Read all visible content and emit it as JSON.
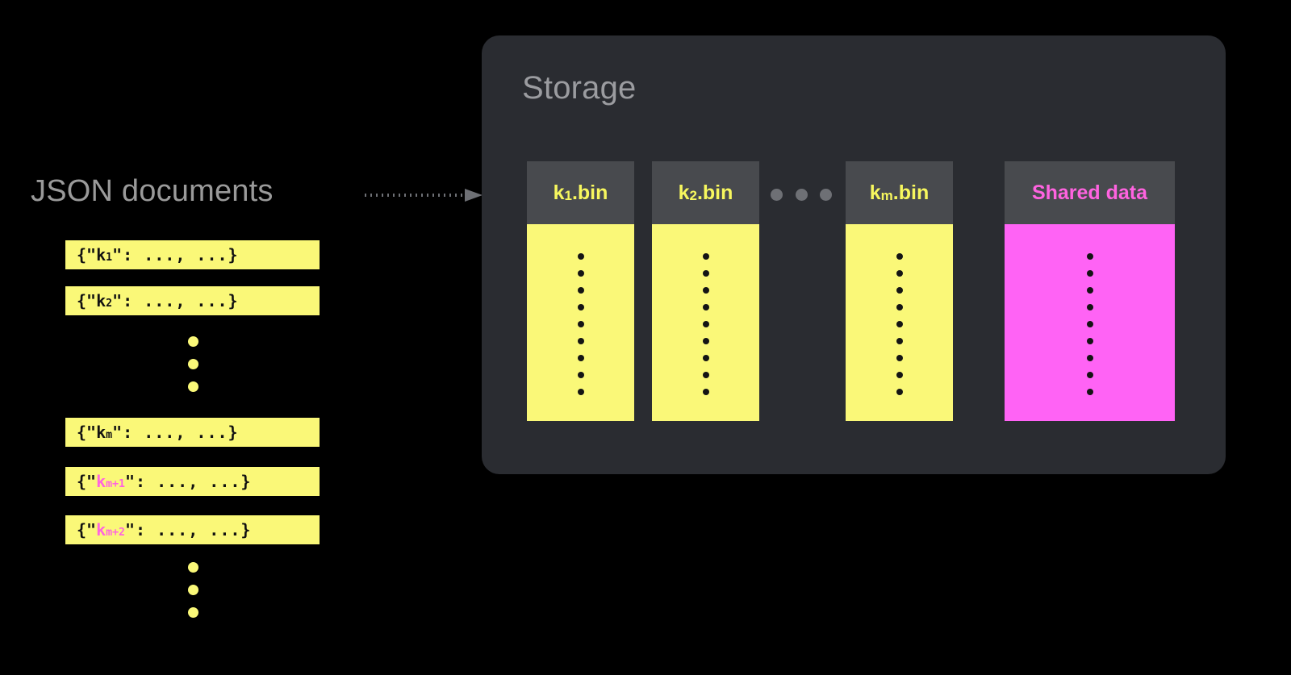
{
  "colors": {
    "background": "#000000",
    "panel": "#2a2c31",
    "bin_header": "#484a4e",
    "yellow": "#faf878",
    "magenta": "#ff63f5",
    "magenta_text": "#ff63e0",
    "label_gray": "#9a9a9a",
    "dot_gray": "#6e7075",
    "dark_text": "#111111"
  },
  "json_section": {
    "title": "JSON documents",
    "documents": [
      {
        "id": "doc-1",
        "prefix": "{\"",
        "key": "k",
        "sub": "1",
        "key_color": "dark",
        "suffix": "\": ...,  ...}"
      },
      {
        "id": "doc-2",
        "prefix": "{\"",
        "key": "k",
        "sub": "2",
        "key_color": "dark",
        "suffix": "\": ...,  ...}"
      },
      {
        "id": "doc-m",
        "prefix": "{\"",
        "key": "k",
        "sub": "m",
        "key_color": "dark",
        "suffix": "\": ...,  ...}"
      },
      {
        "id": "doc-m1",
        "prefix": "{\"",
        "key": "k",
        "sub": "m+1",
        "key_color": "pink",
        "suffix": "\": ...,  ...}"
      },
      {
        "id": "doc-m2",
        "prefix": "{\"",
        "key": "k",
        "sub": "m+2",
        "key_color": "pink",
        "suffix": "\": ...,  ...}"
      }
    ],
    "ellipsis_upper_count": 3,
    "ellipsis_lower_count": 3
  },
  "arrow": {
    "name": "dotted-flow-arrow",
    "style": "dotted",
    "direction": "right",
    "color": "#6e7075"
  },
  "storage": {
    "title": "Storage",
    "bins": [
      {
        "id": "bin-k1",
        "label_prefix": "k",
        "label_sub": "1",
        "label_suffix": ".bin",
        "accent": "yellow",
        "dots": 9
      },
      {
        "id": "bin-k2",
        "label_prefix": "k",
        "label_sub": "2",
        "label_suffix": ".bin",
        "accent": "yellow",
        "dots": 9
      },
      {
        "id": "bin-km",
        "label_prefix": "k",
        "label_sub": "m",
        "label_suffix": ".bin",
        "accent": "yellow",
        "dots": 9
      },
      {
        "id": "bin-shared",
        "label_prefix": "",
        "label_sub": "",
        "label_suffix": "Shared data",
        "accent": "magenta",
        "dots": 9
      }
    ],
    "bin_ellipsis_count": 3
  }
}
